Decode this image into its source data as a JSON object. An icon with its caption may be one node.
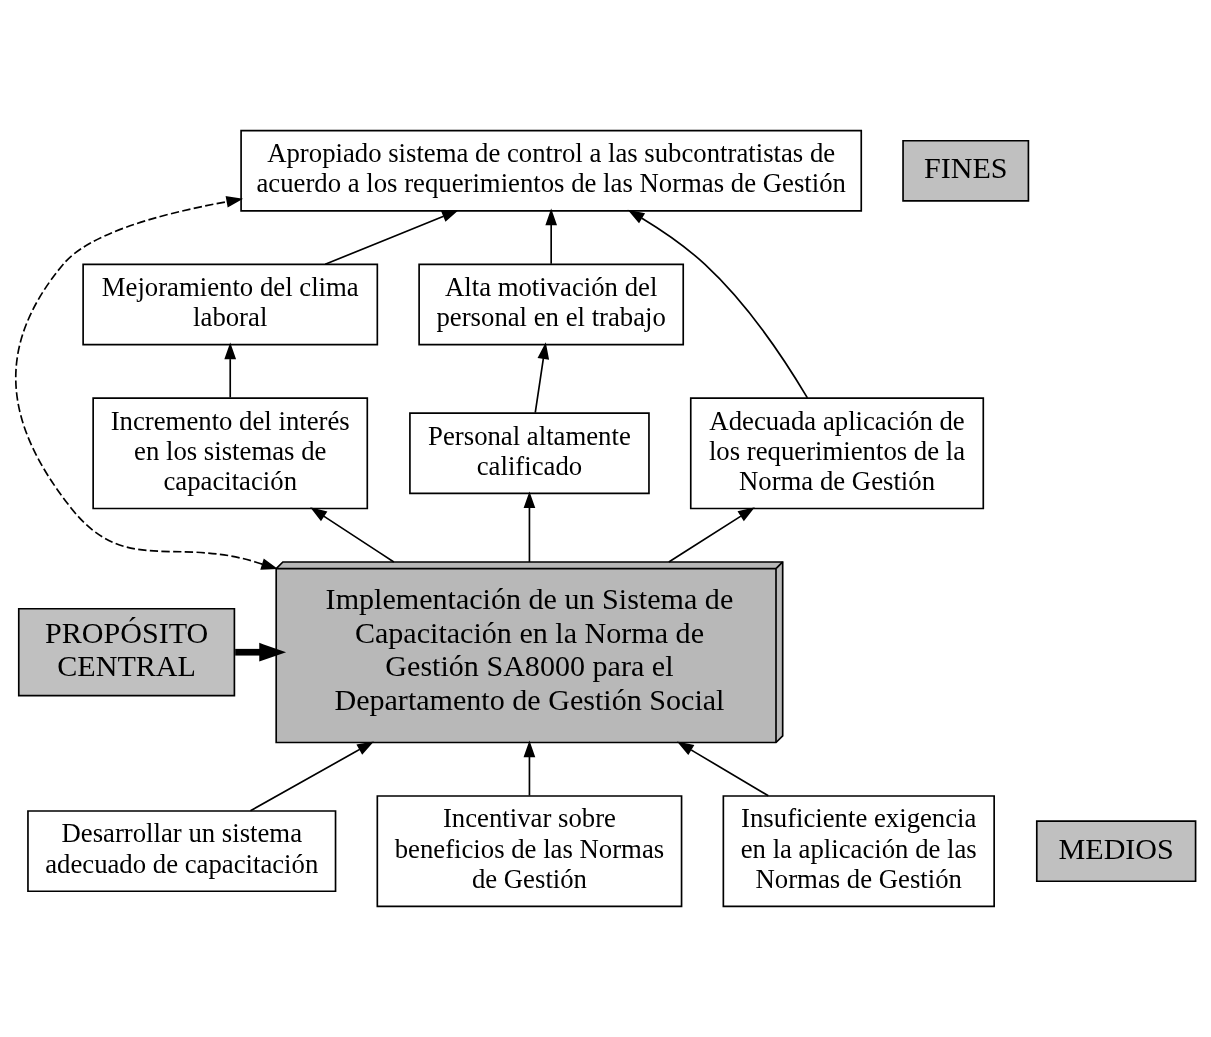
{
  "diagram": {
    "nodes": [
      {
        "text": [
          "Apropiado sistema de control a las subcontratistas de acuerdo a los requerimientos de las Normas de Gestión"
        ]
      },
      {
        "text": [
          "FINES"
        ]
      },
      {
        "text": [
          "Mejoramiento del clima laboral"
        ]
      },
      {
        "text": [
          "Alta motivación del personal en el trabajo"
        ]
      },
      {
        "text": [
          "Incremento del interés en los sistemas de capacitación"
        ]
      },
      {
        "text": [
          "Personal altamente calificado"
        ]
      },
      {
        "text": [
          "Adecuada aplicación de los requerimientos de la Norma de Gestión"
        ]
      },
      {
        "text": [
          "PROPÓSITO CENTRAL"
        ]
      },
      {
        "text": [
          "Implementación de un Sistema de Capacitación en la Norma de Gestión SA8000 para el Departamento de Gestión Social"
        ]
      },
      {
        "text": [
          "MEDIOS"
        ]
      },
      {
        "text": [
          "Desarrollar un sistema adecuado de capacitación"
        ]
      },
      {
        "text": [
          "Incentivar sobre beneficios de las Normas de Gestión"
        ]
      },
      {
        "text": [
          "Insuficiente exigencia en la aplicación de las Normas de Gestión"
        ]
      }
    ],
    "edges": [
      {
        "from": 2,
        "to": 0,
        "arrow": "to"
      },
      {
        "from": 3,
        "to": 0,
        "arrow": "to"
      },
      {
        "from": 6,
        "to": 0,
        "arrow": "to"
      },
      {
        "from": 4,
        "to": 2,
        "arrow": "to"
      },
      {
        "from": 5,
        "to": 3,
        "arrow": "to"
      },
      {
        "from": 8,
        "to": 4,
        "arrow": "to"
      },
      {
        "from": 8,
        "to": 5,
        "arrow": "to"
      },
      {
        "from": 8,
        "to": 6,
        "arrow": "to"
      },
      {
        "from": 7,
        "to": 8,
        "arrow": "to",
        "style": "thick"
      },
      {
        "from": 10,
        "to": 8,
        "arrow": "to"
      },
      {
        "from": 11,
        "to": 8,
        "arrow": "to"
      },
      {
        "from": 12,
        "to": 8,
        "arrow": "to"
      },
      {
        "from": 8,
        "to": 0,
        "arrow": "both",
        "style": "dashed"
      }
    ]
  }
}
